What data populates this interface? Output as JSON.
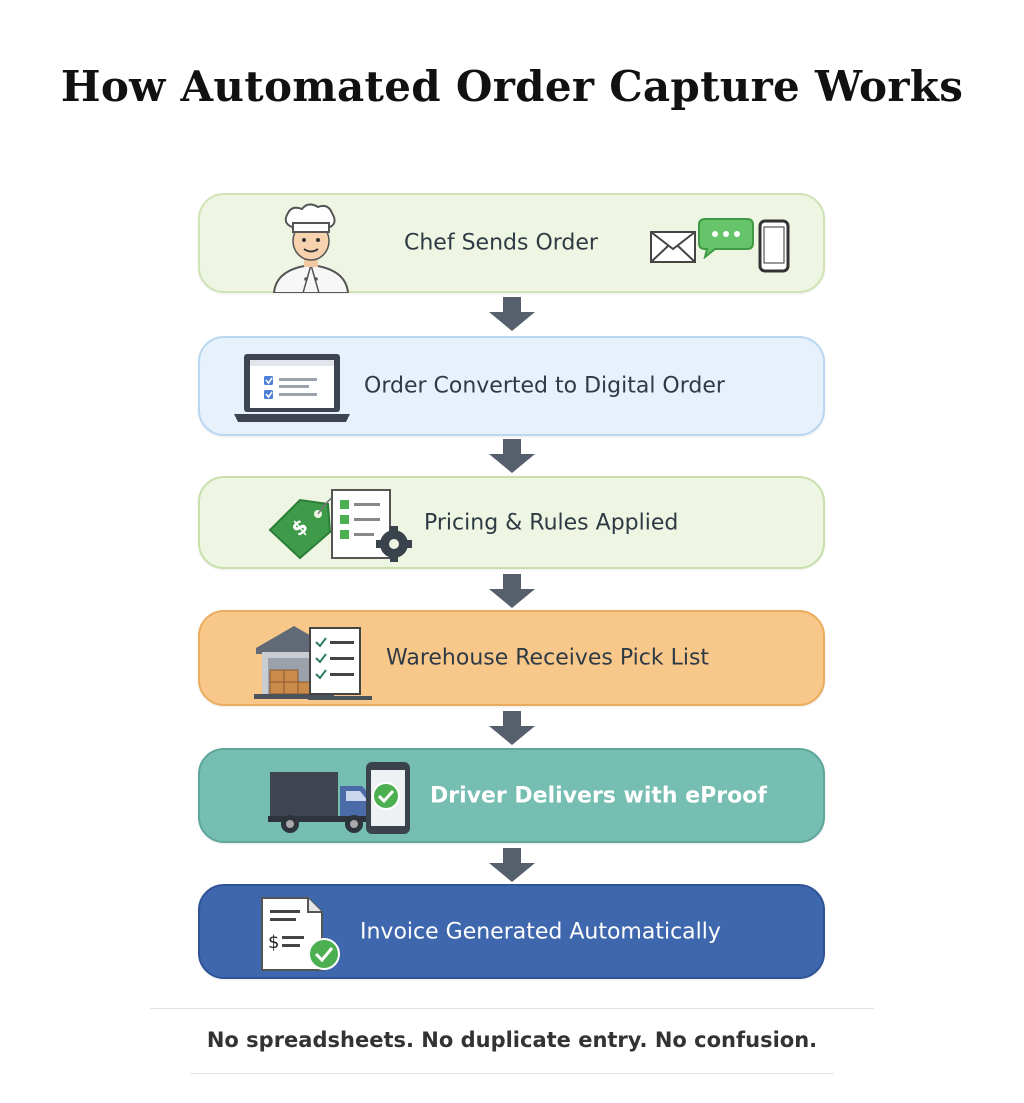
{
  "title": "How Automated Order Capture Works",
  "steps": [
    {
      "label": "Chef Sends Order",
      "icons": [
        "chef-icon",
        "envelope-icon",
        "chat-bubble-icon",
        "phone-icon"
      ],
      "color": "#eef6e3"
    },
    {
      "label": "Order Converted to Digital Order",
      "icons": [
        "laptop-checklist-icon"
      ],
      "color": "#e6f1fb"
    },
    {
      "label": "Pricing & Rules Applied",
      "icons": [
        "price-tag-icon",
        "checklist-gear-icon"
      ],
      "color": "#eef6e3"
    },
    {
      "label": "Warehouse Receives Pick List",
      "icons": [
        "warehouse-icon",
        "pick-list-icon"
      ],
      "color": "#f8c88a"
    },
    {
      "label": "Driver Delivers with eProof",
      "icons": [
        "truck-icon",
        "phone-check-icon"
      ],
      "color": "#76bdb2"
    },
    {
      "label": "Invoice Generated Automatically",
      "icons": [
        "invoice-icon",
        "check-badge-icon"
      ],
      "color": "#3f67ad"
    }
  ],
  "tagline": "No spreadsheets. No duplicate entry. No confusion."
}
